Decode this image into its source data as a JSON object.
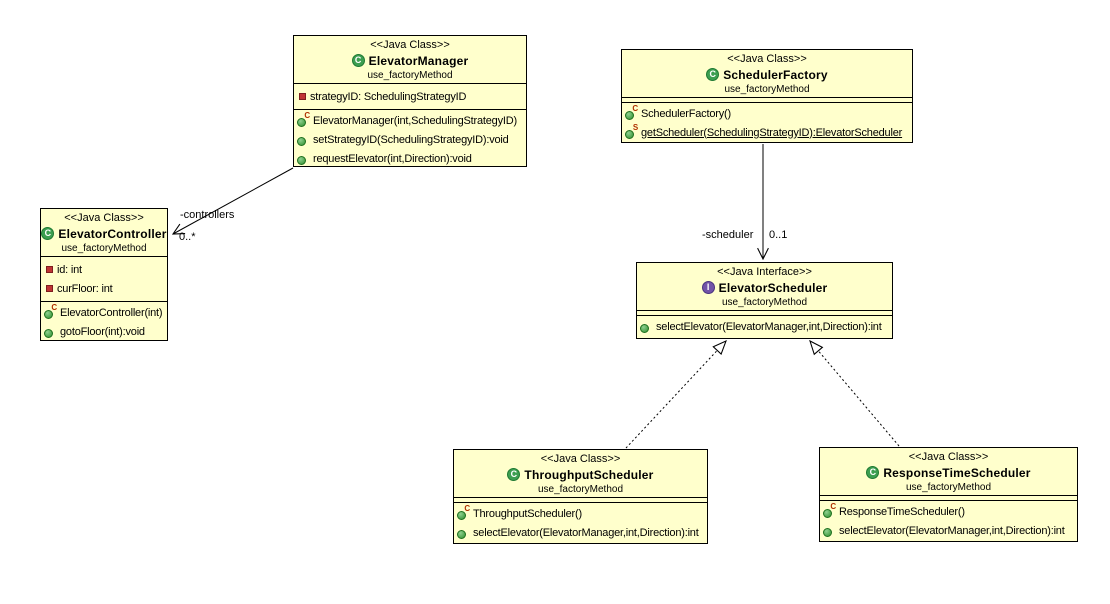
{
  "colors": {
    "background": "#FFFFFF",
    "box_fill": "#FFFFCC",
    "box_border": "#000000",
    "class_icon_green": "#3C9E50",
    "interface_icon_purple": "#7253A8",
    "method_icon_green": "#2F8F2F",
    "field_icon_red": "#C03434",
    "decorator_red": "#B03000"
  },
  "icons": {
    "class_letter": "C",
    "interface_letter": "I",
    "constructor_overlay": "C",
    "static_overlay": "S"
  },
  "classes": [
    {
      "stereotype": "<<Java Class>>",
      "name": "ElevatorManager",
      "package": "use_factoryMethod",
      "fields": [
        {
          "kind": "private",
          "text": "strategyID: SchedulingStrategyID"
        }
      ],
      "methods": [
        {
          "kind": "constructor",
          "text": "ElevatorManager(int,SchedulingStrategyID)"
        },
        {
          "kind": "public",
          "text": "setStrategyID(SchedulingStrategyID):void"
        },
        {
          "kind": "public",
          "text": "requestElevator(int,Direction):void"
        }
      ]
    },
    {
      "stereotype": "<<Java Class>>",
      "name": "SchedulerFactory",
      "package": "use_factoryMethod",
      "fields": [],
      "methods": [
        {
          "kind": "constructor",
          "text": "SchedulerFactory()"
        },
        {
          "kind": "static",
          "text": "getScheduler(SchedulingStrategyID):ElevatorScheduler"
        }
      ]
    },
    {
      "stereotype": "<<Java Class>>",
      "name": "ElevatorController",
      "package": "use_factoryMethod",
      "fields": [
        {
          "kind": "private",
          "text": "id: int"
        },
        {
          "kind": "private",
          "text": "curFloor: int"
        }
      ],
      "methods": [
        {
          "kind": "constructor",
          "text": "ElevatorController(int)"
        },
        {
          "kind": "public",
          "text": "gotoFloor(int):void"
        }
      ]
    },
    {
      "stereotype": "<<Java Interface>>",
      "name": "ElevatorScheduler",
      "package": "use_factoryMethod",
      "fields": [],
      "methods": [
        {
          "kind": "public",
          "text": "selectElevator(ElevatorManager,int,Direction):int"
        }
      ]
    },
    {
      "stereotype": "<<Java Class>>",
      "name": "ThroughputScheduler",
      "package": "use_factoryMethod",
      "fields": [],
      "methods": [
        {
          "kind": "constructor",
          "text": "ThroughputScheduler()"
        },
        {
          "kind": "public",
          "text": "selectElevator(ElevatorManager,int,Direction):int"
        }
      ]
    },
    {
      "stereotype": "<<Java Class>>",
      "name": "ResponseTimeScheduler",
      "package": "use_factoryMethod",
      "fields": [],
      "methods": [
        {
          "kind": "constructor",
          "text": "ResponseTimeScheduler()"
        },
        {
          "kind": "public",
          "text": "selectElevator(ElevatorManager,int,Direction):int"
        }
      ]
    }
  ],
  "connectors": [
    {
      "type": "association",
      "from": "ElevatorManager",
      "to": "ElevatorController",
      "label": "-controllers",
      "multiplicity": "0..*"
    },
    {
      "type": "association",
      "from": "SchedulerFactory",
      "to": "ElevatorScheduler",
      "label": "-scheduler",
      "multiplicity": "0..1"
    },
    {
      "type": "realization",
      "from": "ThroughputScheduler",
      "to": "ElevatorScheduler"
    },
    {
      "type": "realization",
      "from": "ResponseTimeScheduler",
      "to": "ElevatorScheduler"
    }
  ]
}
